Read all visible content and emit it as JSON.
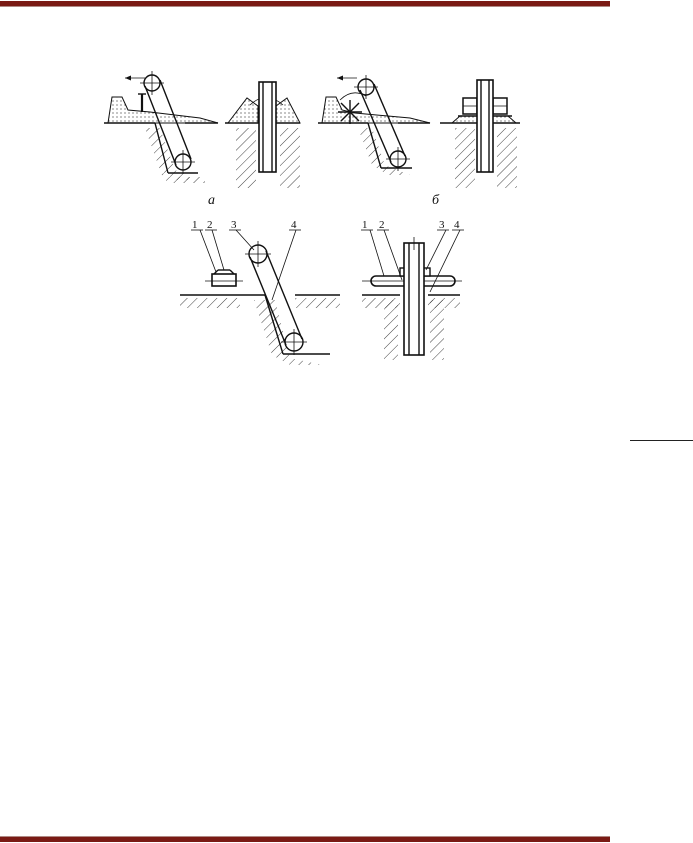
{
  "figure": {
    "caption_a": "а",
    "caption_b": "б",
    "left_callouts": [
      "1",
      "2",
      "3",
      "4"
    ],
    "right_callouts": [
      "1",
      "2",
      "3",
      "4"
    ]
  },
  "style": {
    "rule_color": "#7a1a14",
    "ink_color": "#111111"
  }
}
